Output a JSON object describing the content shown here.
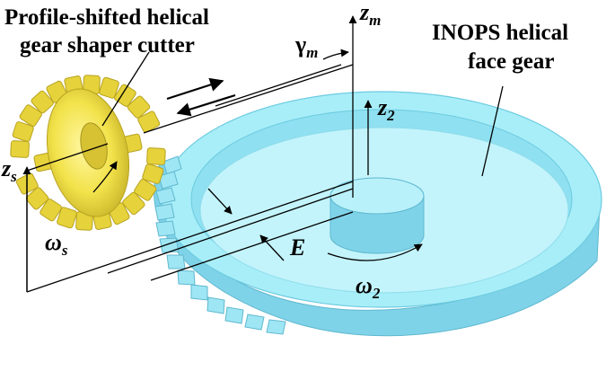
{
  "labels": {
    "cutter_line1": "Profile-shifted helical",
    "cutter_line2": "gear shaper cutter",
    "gear_line1": "INOPS helical",
    "gear_line2": "face gear"
  },
  "symbols": {
    "zm": "z",
    "zm_sub": "m",
    "gamma": "γ",
    "gamma_sub": "m",
    "z2": "z",
    "z2_sub": "2",
    "zs": "z",
    "zs_sub": "s",
    "omega_s": "ω",
    "omega_s_sub": "s",
    "E": "E",
    "omega2": "ω",
    "omega2_sub": "2"
  },
  "colors": {
    "gear_top": "#a8eef8",
    "gear_side": "#7fd3e8",
    "gear_inner": "#c3f4fb",
    "cutter": "#f2e24a",
    "cutter_dark": "#c9b52a",
    "lines": "#000000"
  }
}
